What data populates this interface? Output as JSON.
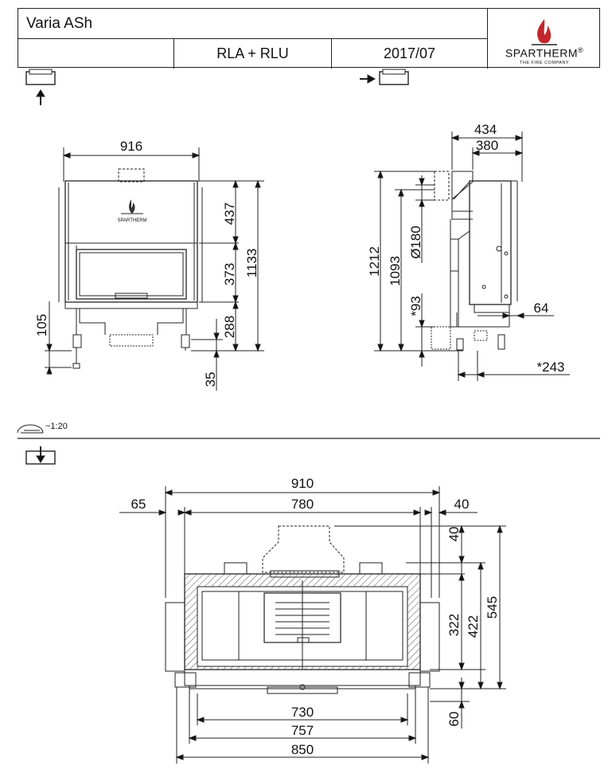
{
  "title_block": {
    "model": "Varia ASh",
    "variant": "RLA + RLU",
    "date": "2017/07",
    "brand": "SPARTHERM",
    "brand_mark": "®",
    "brand_tagline": "THE FIRE COMPANY"
  },
  "front_view": {
    "logo_text": "SPARTHERM",
    "dims": {
      "width": "916",
      "upper": "437",
      "glass": "373",
      "lower": "288",
      "total": "1133",
      "foot": "105",
      "foot_adjust": "35"
    }
  },
  "side_view": {
    "dims": {
      "depth_total": "434",
      "depth_body": "380",
      "height_total": "1212",
      "flue_height": "1093",
      "flue_diameter": "Ø180",
      "ash": "*93",
      "offset": "64",
      "ash_depth": "*243"
    }
  },
  "scale": "~1:20",
  "plan_view": {
    "dims": {
      "width_total": "910",
      "width_inner": "780",
      "left_offset": "65",
      "right_offset": "40",
      "flue_offset": "40",
      "depth_inner": "322",
      "depth_mid": "422",
      "depth_total": "545",
      "front_offset": "60",
      "bottom_1": "730",
      "bottom_2": "757",
      "bottom_3": "850"
    }
  },
  "colors": {
    "line": "#222222",
    "flame": "#c1272d",
    "hatch": "#555555"
  }
}
